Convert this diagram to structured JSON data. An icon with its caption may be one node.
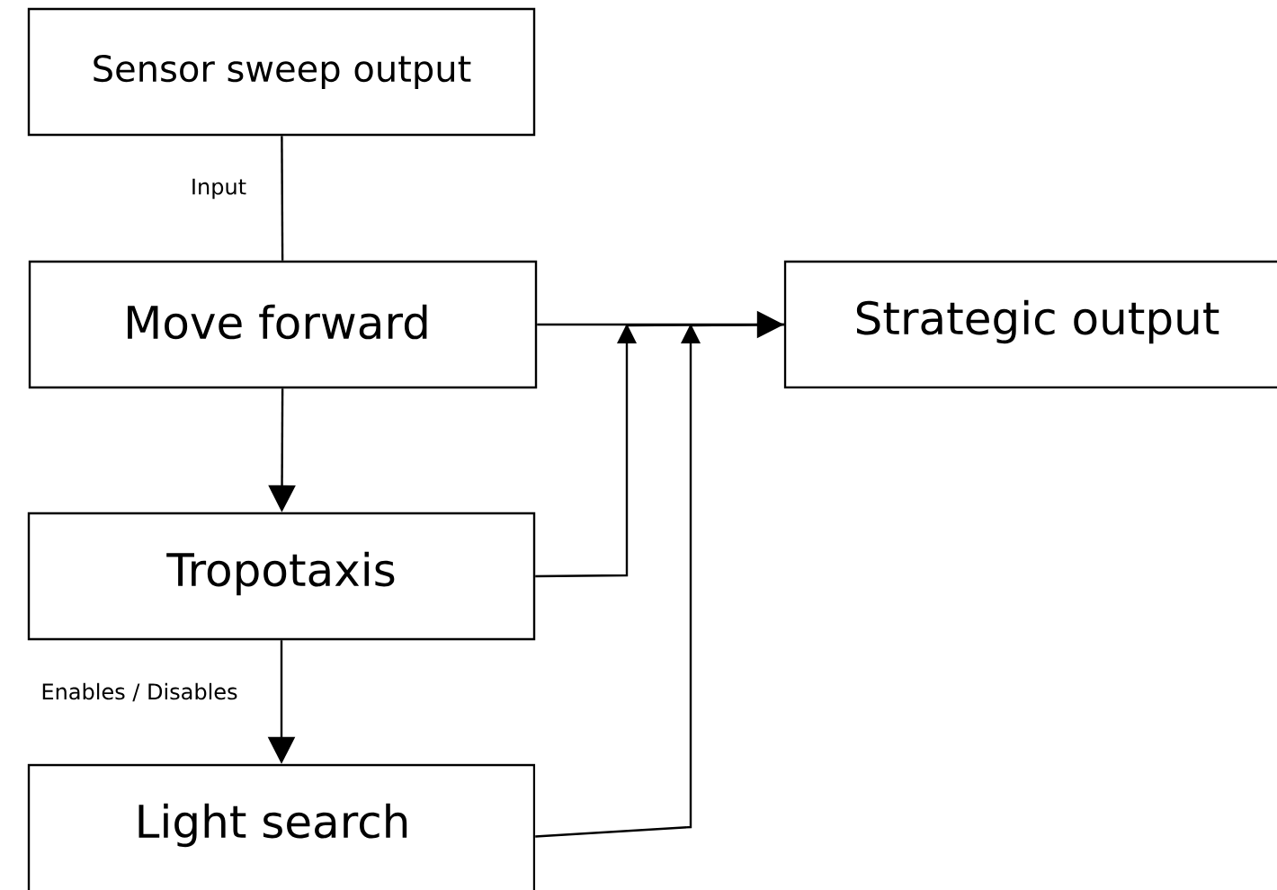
{
  "diagram": {
    "nodes": [
      {
        "text": [
          "Sensor sweep output"
        ]
      },
      {
        "text": [
          "Move forward"
        ]
      },
      {
        "text": [
          "Tropotaxis"
        ]
      },
      {
        "text": [
          "Light search"
        ]
      },
      {
        "text": [
          "Strategic output"
        ]
      }
    ],
    "edges": [
      {
        "from": 0,
        "to": 1,
        "arrow": "none",
        "label": "Input"
      },
      {
        "from": 1,
        "to": 4,
        "arrow": "to"
      },
      {
        "from": 1,
        "to": 2,
        "arrow": "to"
      },
      {
        "from": 2,
        "to": 3,
        "arrow": "to",
        "label": "Enables / Disables"
      },
      {
        "from": 2,
        "to": 4,
        "arrow": "to"
      },
      {
        "from": 3,
        "to": 4,
        "arrow": "to"
      }
    ]
  }
}
